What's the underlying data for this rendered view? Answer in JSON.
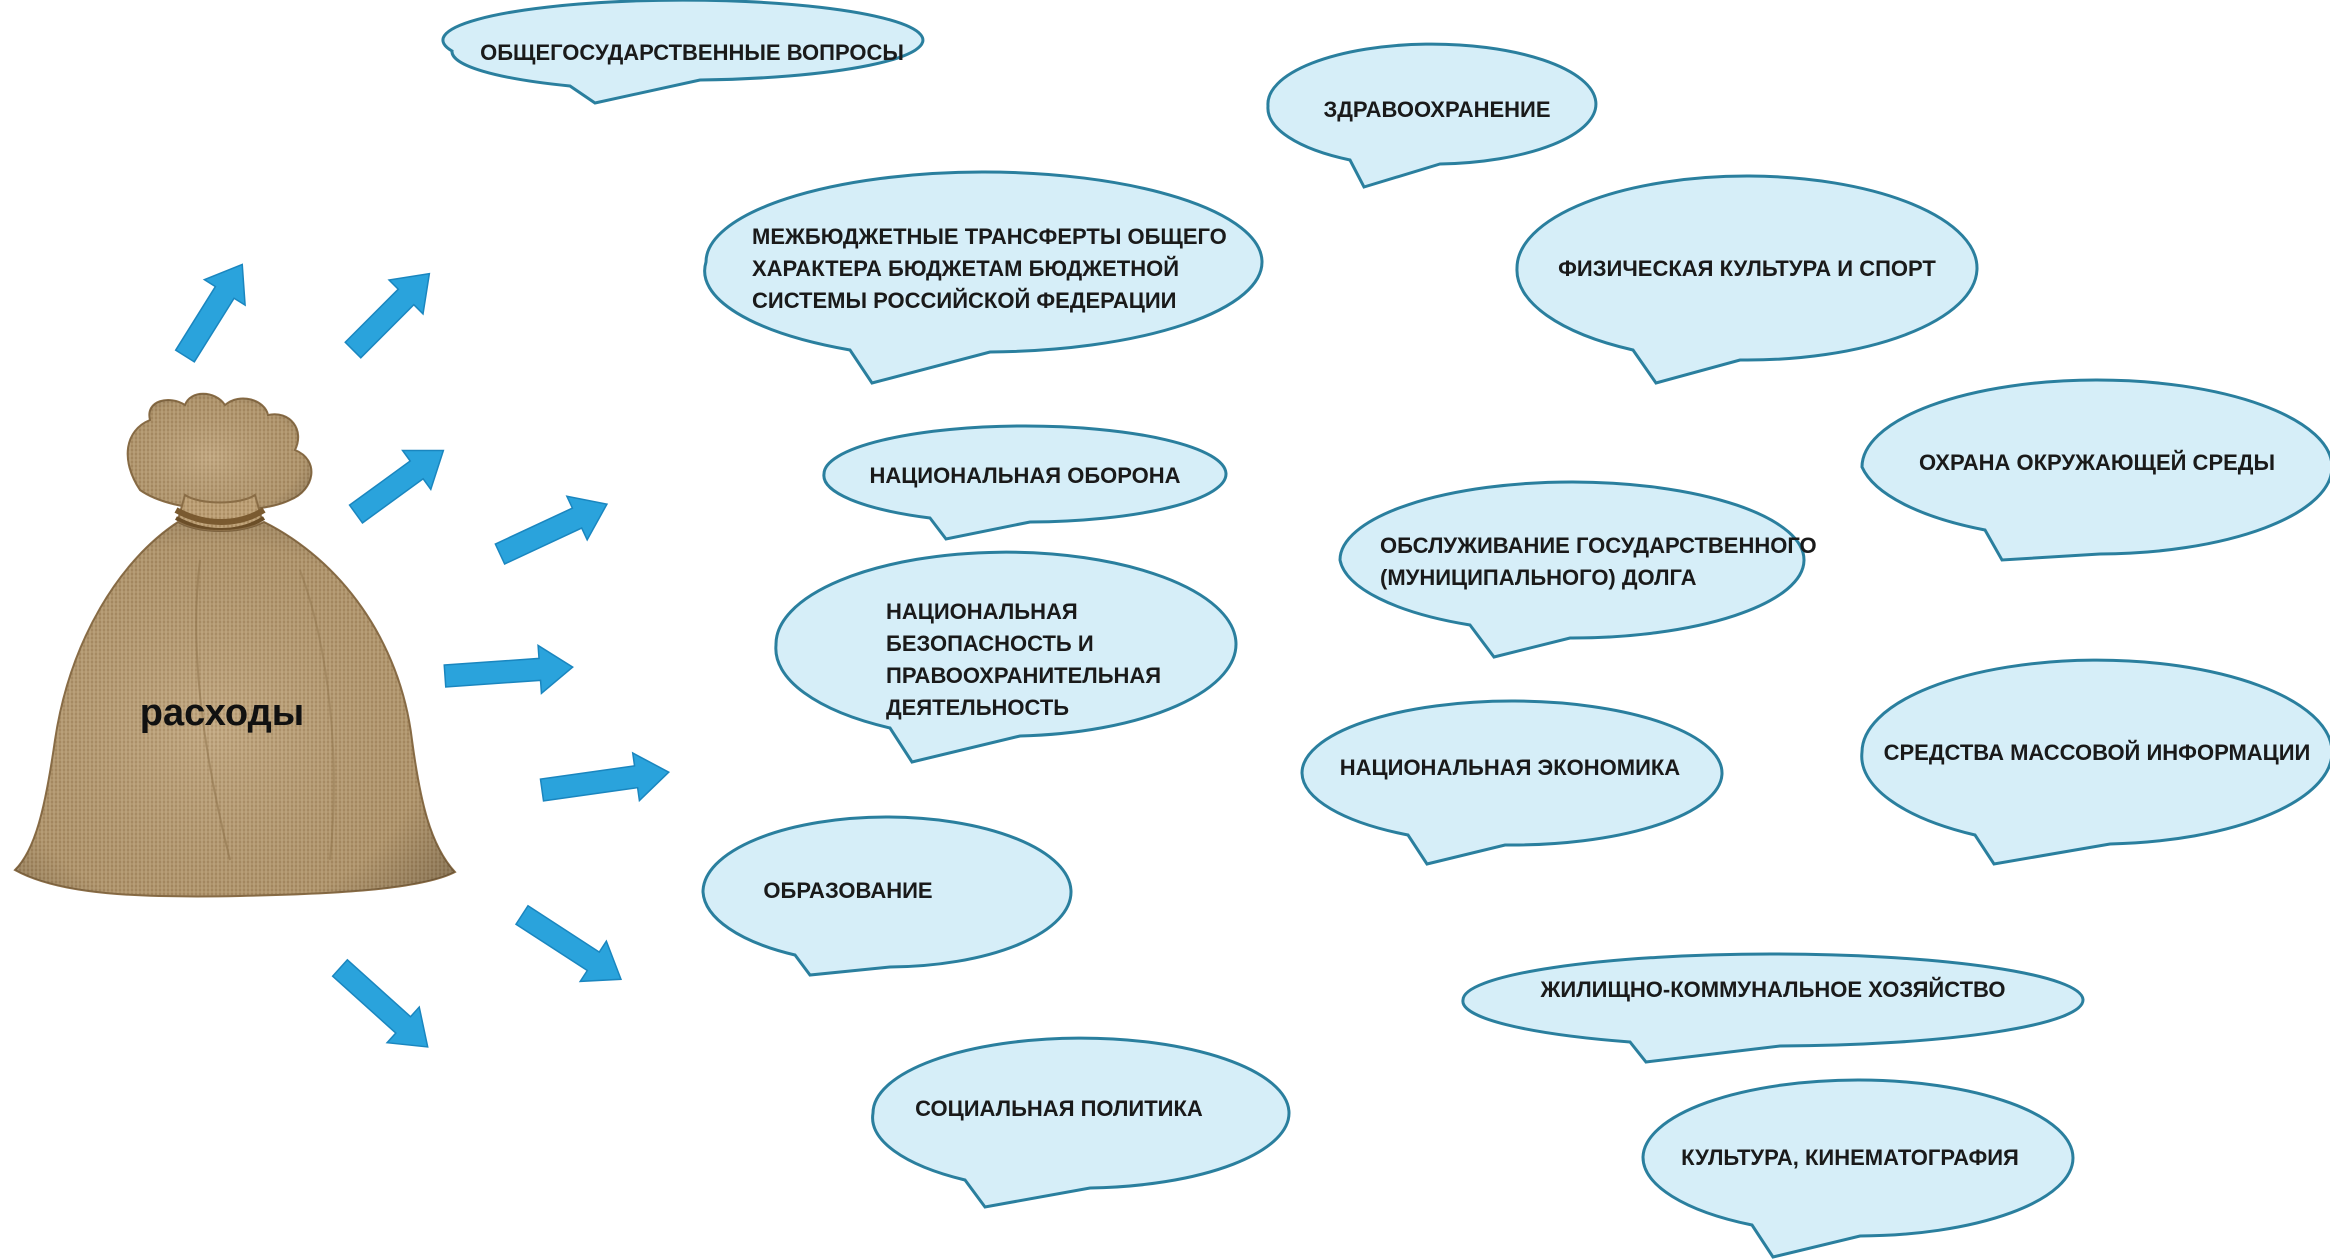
{
  "colors": {
    "bubble_fill": "#d6eef8",
    "bubble_stroke": "#2a7f9e",
    "arrow": "#2aa3dc",
    "bag": "#b4966a"
  },
  "bag": {
    "label": "расходы",
    "icon": "burlap-sack-icon"
  },
  "bubbles": [
    {
      "id": "general-public-issues",
      "lines": [
        "ОБЩЕГОСУДАРСТВЕННЫЕ ВОПРОСЫ"
      ]
    },
    {
      "id": "healthcare",
      "lines": [
        "ЗДРАВООХРАНЕНИЕ"
      ]
    },
    {
      "id": "interbudget-transfers",
      "lines": [
        "МЕЖБЮДЖЕТНЫЕ ТРАНСФЕРТЫ ОБЩЕГО",
        "ХАРАКТЕРА БЮДЖЕТАМ БЮДЖЕТНОЙ",
        "СИСТЕМЫ РОССИЙСКОЙ ФЕДЕРАЦИИ"
      ]
    },
    {
      "id": "physical-culture-sport",
      "lines": [
        "ФИЗИЧЕСКАЯ КУЛЬТУРА И СПОРТ"
      ]
    },
    {
      "id": "national-defense",
      "lines": [
        "НАЦИОНАЛЬНАЯ ОБОРОНА"
      ]
    },
    {
      "id": "environmental-protection",
      "lines": [
        "ОХРАНА ОКРУЖАЮЩЕЙ СРЕДЫ"
      ]
    },
    {
      "id": "debt-service",
      "lines": [
        "ОБСЛУЖИВАНИЕ ГОСУДАРСТВЕННОГО",
        "(МУНИЦИПАЛЬНОГО) ДОЛГА"
      ]
    },
    {
      "id": "national-security",
      "lines": [
        "НАЦИОНАЛЬНАЯ",
        "БЕЗОПАСНОСТЬ И",
        "ПРАВООХРАНИТЕЛЬНАЯ",
        "ДЕЯТЕЛЬНОСТЬ"
      ]
    },
    {
      "id": "national-economy",
      "lines": [
        "НАЦИОНАЛЬНАЯ ЭКОНОМИКА"
      ]
    },
    {
      "id": "mass-media",
      "lines": [
        "СРЕДСТВА МАССОВОЙ ИНФОРМАЦИИ"
      ]
    },
    {
      "id": "education",
      "lines": [
        "ОБРАЗОВАНИЕ"
      ]
    },
    {
      "id": "housing-utilities",
      "lines": [
        "ЖИЛИЩНО-КОММУНАЛЬНОЕ ХОЗЯЙСТВО"
      ]
    },
    {
      "id": "social-policy",
      "lines": [
        "СОЦИАЛЬНАЯ ПОЛИТИКА"
      ]
    },
    {
      "id": "culture-cinematography",
      "lines": [
        "КУЛЬТУРА, КИНЕМАТОГРАФИЯ"
      ]
    }
  ]
}
